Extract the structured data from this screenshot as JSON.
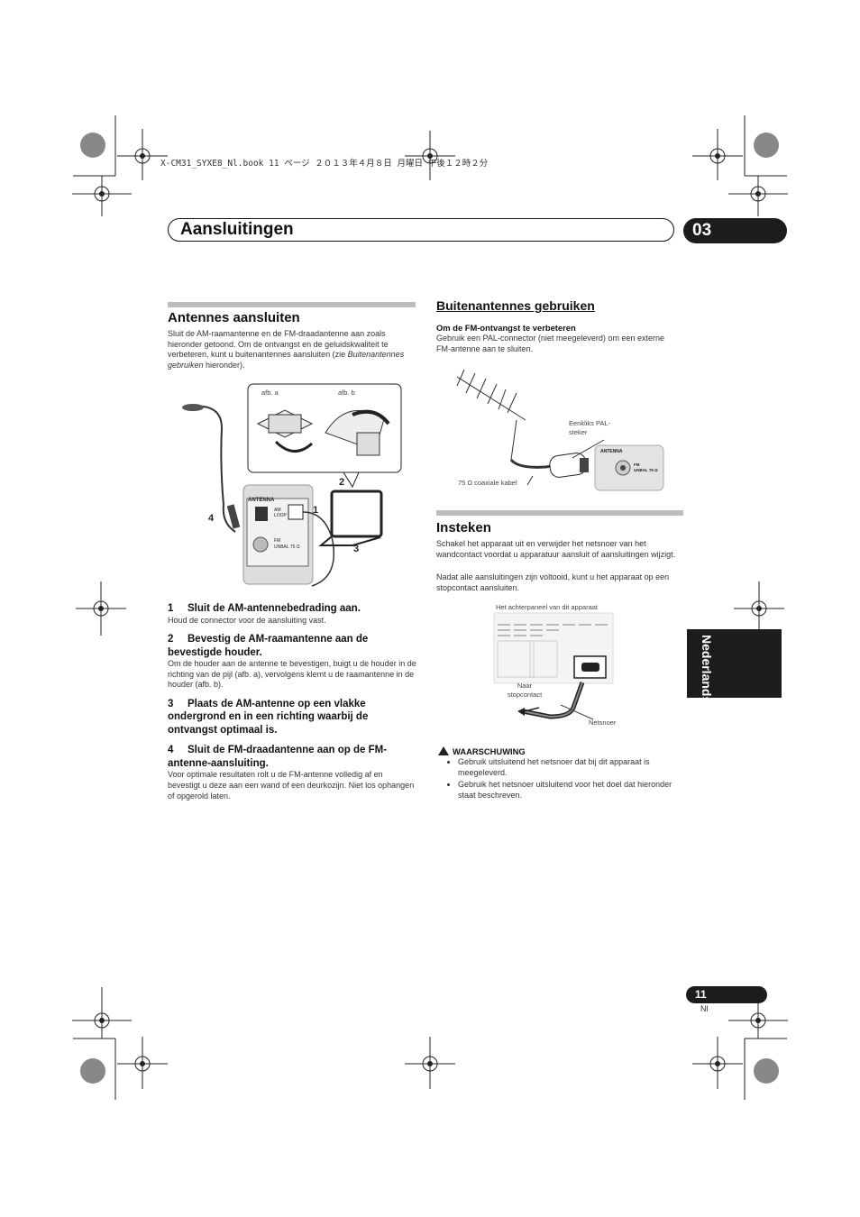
{
  "header": {
    "print_line": "X-CM31_SYXE8_Nl.book  11 ページ  ２０１３年４月８日  月曜日  午後１２時２分"
  },
  "title": {
    "text": "Aansluitingen",
    "chapter": "03"
  },
  "left": {
    "heading": "Antennes aansluiten",
    "intro_1": "Sluit de AM-raamantenne en de FM-draadantenne aan zoals hieronder getoond. Om de ontvangst en de geluidskwaliteit te verbeteren, kunt u buitenantennes aansluiten (zie ",
    "intro_italic": "Buitenantennes gebruiken",
    "intro_2": " hieronder).",
    "diagram": {
      "afb_a": "afb. a",
      "afb_b": "afb. b",
      "panel_antenna": "ANTENNA",
      "am_loop": "AM LOOP",
      "fm_label": "FM",
      "unbal": "UNBAL 75 Ω",
      "num_1": "1",
      "num_2": "2",
      "num_3": "3",
      "num_4": "4"
    },
    "steps": [
      {
        "num": "1",
        "title": "Sluit de AM-antennebedrading aan.",
        "text": "Houd de connector voor de aansluiting vast."
      },
      {
        "num": "2",
        "title": "Bevestig de AM-raamantenne aan de bevestigde houder.",
        "text": "Om de houder aan de antenne te bevestigen, buigt u de houder in de richting van de pijl (afb. a), vervolgens klemt u de raamantenne in de houder (afb. b)."
      },
      {
        "num": "3",
        "title": "Plaats de AM-antenne op een vlakke ondergrond en in een richting waarbij de ontvangst optimaal is.",
        "text": ""
      },
      {
        "num": "4",
        "title": "Sluit de FM-draadantenne aan op de FM-antenne-aansluiting.",
        "text": "Voor optimale resultaten rolt u de FM-antenne volledig af en bevestigt u deze aan een wand of een deurkozijn. Niet los ophangen of opgerold laten."
      }
    ]
  },
  "right": {
    "outdoor_heading": "Buitenantennes gebruiken",
    "fm_sub": "Om de FM-ontvangst te verbeteren",
    "fm_text": "Gebruik een PAL-connector (niet meegeleverd) om een externe FM-antenne aan te sluiten.",
    "fm_diagram": {
      "pal_label": "Eenkliks PAL-steker",
      "cable_label": "75 Ω coaxiale kabel",
      "antenna": "ANTENNA",
      "fm": "FM",
      "unbal": "UNBAL 75 Ω"
    },
    "plug_heading": "Insteken",
    "plug_text_1": "Schakel het apparaat uit en verwijder het netsnoer van het wandcontact voordat u apparatuur aansluit of aansluitingen wijzigt.",
    "plug_text_2": "Nadat alle aansluitingen zijn voltooid, kunt u het apparaat op een stopcontact aansluiten.",
    "power_diagram": {
      "rear_panel": "Het achterpaneel van dit apparaat",
      "to_outlet": "Naar stopcontact",
      "cord": "Netsnoer"
    },
    "warning_title": "WAARSCHUWING",
    "warnings": [
      "Gebruik uitsluitend het netsnoer dat bij dit apparaat is meegeleverd.",
      "Gebruik het netsnoer uitsluitend voor het doel dat hieronder staat beschreven."
    ]
  },
  "side_tab": "Nederlands",
  "footer": {
    "page": "11",
    "lang": "Nl"
  }
}
